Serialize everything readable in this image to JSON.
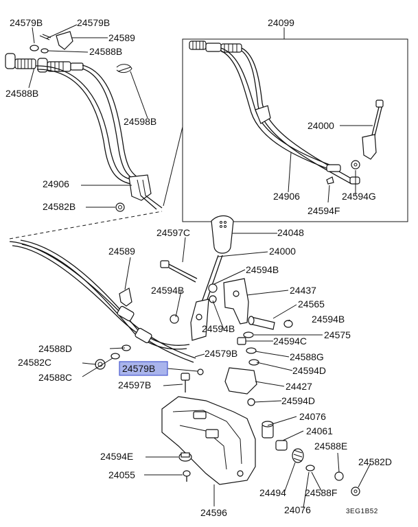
{
  "diagram": {
    "type": "exploded-parts-diagram",
    "highlighted_part": "24579B",
    "colors": {
      "line": "#111111",
      "highlight_fill": "#a9b4ec",
      "highlight_border": "#4a5bd0",
      "background": "#ffffff"
    },
    "labels": {
      "l_24579B_a": "24579B",
      "l_24579B_b": "24579B",
      "l_24589_a": "24589",
      "l_24588B_a": "24588B",
      "l_24588B_b": "24588B",
      "l_24598B": "24598B",
      "l_24906_a": "24906",
      "l_24582B": "24582B",
      "l_24099": "24099",
      "l_24000_a": "24000",
      "l_24906_b": "24906",
      "l_24594G": "24594G",
      "l_24594F": "24594F",
      "l_24597C": "24597C",
      "l_24048": "24048",
      "l_24589_b": "24589",
      "l_24000_b": "24000",
      "l_24594B_a": "24594B",
      "l_24594B_b": "24594B",
      "l_24437": "24437",
      "l_24565": "24565",
      "l_24594B_c": "24594B",
      "l_24594B_d": "24594B",
      "l_24575": "24575",
      "l_24594C": "24594C",
      "l_24588D": "24588D",
      "l_24579B_c": "24579B",
      "l_24588G": "24588G",
      "l_24582C": "24582C",
      "l_24579B_hl": "24579B",
      "l_24594D_a": "24594D",
      "l_24588C": "24588C",
      "l_24427": "24427",
      "l_24597B": "24597B",
      "l_24594D_b": "24594D",
      "l_24076_a": "24076",
      "l_24061": "24061",
      "l_24594E": "24594E",
      "l_24588E": "24588E",
      "l_24582D": "24582D",
      "l_24055": "24055",
      "l_24494": "24494",
      "l_24588F": "24588F",
      "l_24596": "24596",
      "l_24076_b": "24076",
      "drawing_code": "3EG1B52"
    }
  }
}
